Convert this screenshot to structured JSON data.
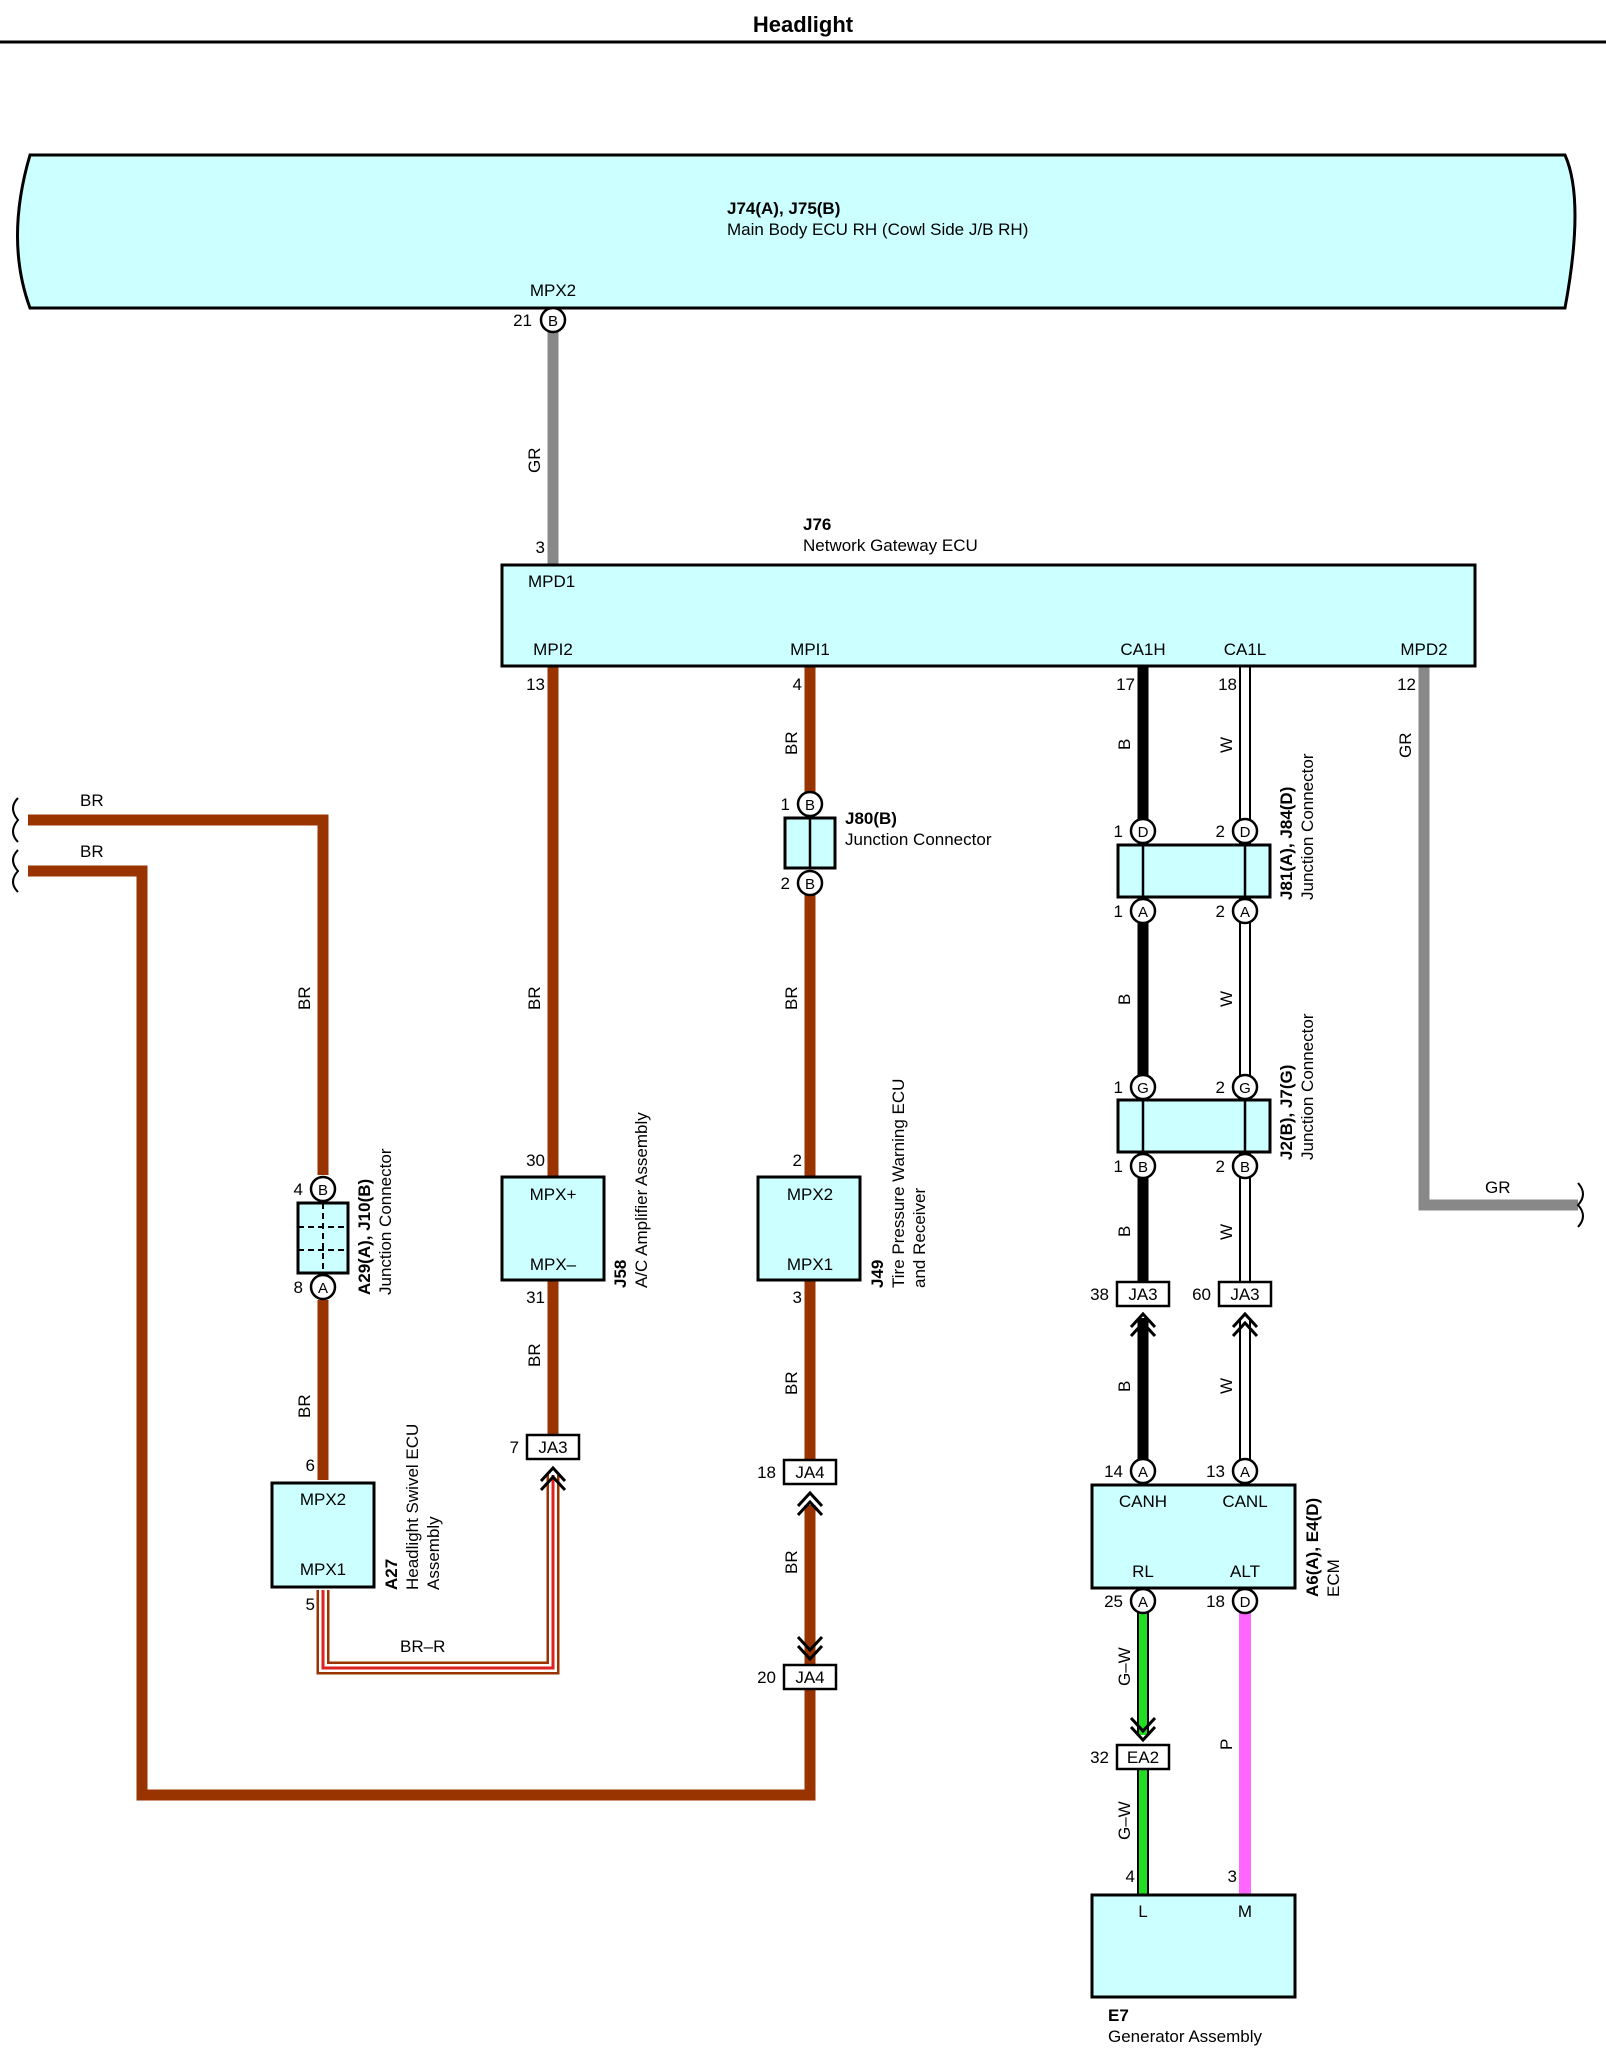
{
  "title": "Headlight",
  "colors": {
    "component_fill": "#ccffff",
    "BR": "#993300",
    "GR": "#888888",
    "B": "#000000",
    "W": "#ffffff",
    "G-W": "#22dd22",
    "P": "#ff66ff"
  },
  "components": {
    "main_body_ecu": {
      "code": "J74(A), J75(B)",
      "name": "Main Body ECU RH (Cowl Side J/B RH)",
      "terminal": "MPX2",
      "pin": "21",
      "connector": "B"
    },
    "gateway": {
      "code": "J76",
      "name": "Network Gateway ECU",
      "terminals": {
        "mpd1": "MPD1",
        "mpi2": "MPI2",
        "mpi1": "MPI1",
        "ca1h": "CA1H",
        "ca1l": "CA1L",
        "mpd2": "MPD2"
      },
      "pins": {
        "mpd1": "3",
        "mpi2": "13",
        "mpi1": "4",
        "ca1h": "17",
        "ca1l": "18",
        "mpd2": "12"
      }
    },
    "j80": {
      "code": "J80(B)",
      "name": "Junction Connector",
      "pin_top": "1",
      "pin_bottom": "2",
      "connector": "B"
    },
    "j81": {
      "code": "J81(A), J84(D)",
      "name": "Junction Connector",
      "top": [
        "1",
        "D",
        "2",
        "D"
      ],
      "bottom": [
        "1",
        "A",
        "2",
        "A"
      ]
    },
    "j2": {
      "code": "J2(B), J7(G)",
      "name": "Junction Connector",
      "top": [
        "1",
        "G",
        "2",
        "G"
      ],
      "bottom": [
        "1",
        "B",
        "2",
        "B"
      ]
    },
    "a29": {
      "code": "A29(A), J10(B)",
      "name": "Junction Connector",
      "pin_top": "4",
      "conn_top": "B",
      "pin_bottom": "8",
      "conn_bottom": "A"
    },
    "j58": {
      "code": "J58",
      "name": "A/C Amplifier Assembly",
      "t1": "MPX+",
      "t2": "MPX–",
      "pin1": "30",
      "pin2": "31"
    },
    "j49": {
      "code": "J49",
      "name_1": "Tire Pressure Warning ECU",
      "name_2": "and Receiver",
      "t1": "MPX2",
      "t2": "MPX1",
      "pin1": "2",
      "pin2": "3"
    },
    "a27": {
      "code": "A27",
      "name_1": "Headlight Swivel ECU",
      "name_2": "Assembly",
      "t1": "MPX2",
      "t2": "MPX1",
      "pin1": "6",
      "pin2": "5"
    },
    "ecm": {
      "code": "A6(A), E4(D)",
      "name": "ECM",
      "t_canh": "CANH",
      "t_canl": "CANL",
      "t_rl": "RL",
      "t_alt": "ALT",
      "pin_canh": "14",
      "pin_canl": "13",
      "pin_rl": "25",
      "pin_alt": "18",
      "conn_canh": "A",
      "conn_canl": "A",
      "conn_rl": "A",
      "conn_alt": "D"
    },
    "e7": {
      "code": "E7",
      "name": "Generator Assembly",
      "t_l": "L",
      "t_m": "M",
      "pin_l": "4",
      "pin_m": "3"
    }
  },
  "inline_connectors": {
    "ja3_left": {
      "label": "JA3",
      "pin": "7"
    },
    "ja4_top": {
      "label": "JA4",
      "pin": "18"
    },
    "ja4_bottom": {
      "label": "JA4",
      "pin": "20"
    },
    "ja3_b": {
      "label": "JA3",
      "pin": "38"
    },
    "ja3_w": {
      "label": "JA3",
      "pin": "60"
    },
    "ea2": {
      "label": "EA2",
      "pin": "32"
    }
  },
  "wire_labels": {
    "gr_top": "GR",
    "br_top_left": "BR",
    "br_second_left": "BR",
    "br_a29_upper": "BR",
    "br_a29_lower": "BR",
    "br_mpi2": "BR",
    "br_j58_lower": "BR",
    "br_mpi1": "BR",
    "br_j80_lower": "BR",
    "br_j49_lower": "BR",
    "br_ja4": "BR",
    "br_r": "BR–R",
    "b_1": "B",
    "b_2": "B",
    "b_3": "B",
    "b_4": "B",
    "w_1": "W",
    "w_2": "W",
    "w_3": "W",
    "w_4": "W",
    "gr_right_vert": "GR",
    "gr_right_horiz": "GR",
    "gw_1": "G–W",
    "gw_2": "G–W",
    "p_1": "P"
  }
}
